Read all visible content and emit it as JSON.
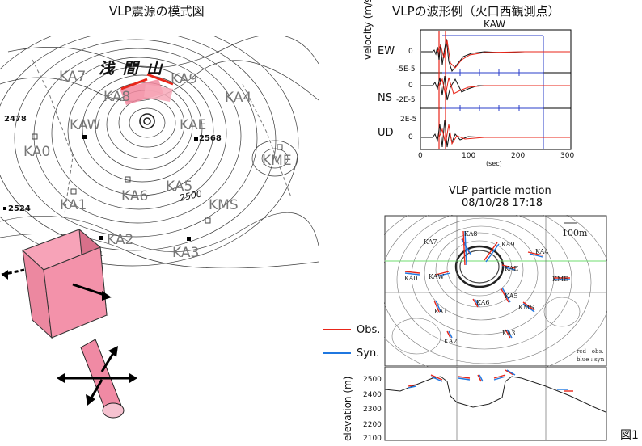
{
  "titles": {
    "left": "VLP震源の模式図",
    "waveform": "VLPの波形例（火口西観測点）",
    "particle_1": "VLP particle motion",
    "particle_2": "08/10/28 17:18",
    "figure_no": "図1"
  },
  "left_map": {
    "mountain_name": "浅 間 山",
    "elev_labels": [
      "2478",
      "2568",
      "2500",
      "2524",
      "4"
    ],
    "stations": [
      "KA7",
      "KA9",
      "KA8",
      "KA4",
      "KAW",
      "KAE",
      "KA0",
      "KME",
      "KA6",
      "KA5",
      "KA1",
      "KMS",
      "KA2",
      "KA3"
    ]
  },
  "waveform": {
    "station": "KAW",
    "ylabel": "velocity (m/s)",
    "xlabel": "(sec)",
    "channels": [
      "EW",
      "NS",
      "UD"
    ],
    "ticks_ew": [
      "0",
      "-5E-5"
    ],
    "ticks_ns": [
      "0",
      "-2E-5"
    ],
    "ticks_ud": [
      "2E-5",
      "0"
    ],
    "xticks": [
      "0",
      "100",
      "200",
      "300"
    ]
  },
  "particle_map": {
    "scale": "100m",
    "stations": [
      "KA7",
      "KA8",
      "KA9",
      "KA4",
      "KA0",
      "KAW",
      "KAE",
      "KME",
      "KA5",
      "KA6",
      "KMS",
      "KA1",
      "KA3",
      "KA2"
    ],
    "note_1": "red : obs.",
    "note_2": "blue : syn",
    "ylabel": "elevation (m)",
    "yticks": [
      "2500",
      "2400",
      "2300",
      "2200",
      "2100"
    ]
  },
  "legend": {
    "obs": "Obs.",
    "syn": "Syn."
  },
  "colors": {
    "obs": "#e8261a",
    "syn": "#1f77e0",
    "pink": "#f28aa0",
    "grid_green": "#6fdc6f",
    "frame_blue": "#2a3cc8"
  }
}
